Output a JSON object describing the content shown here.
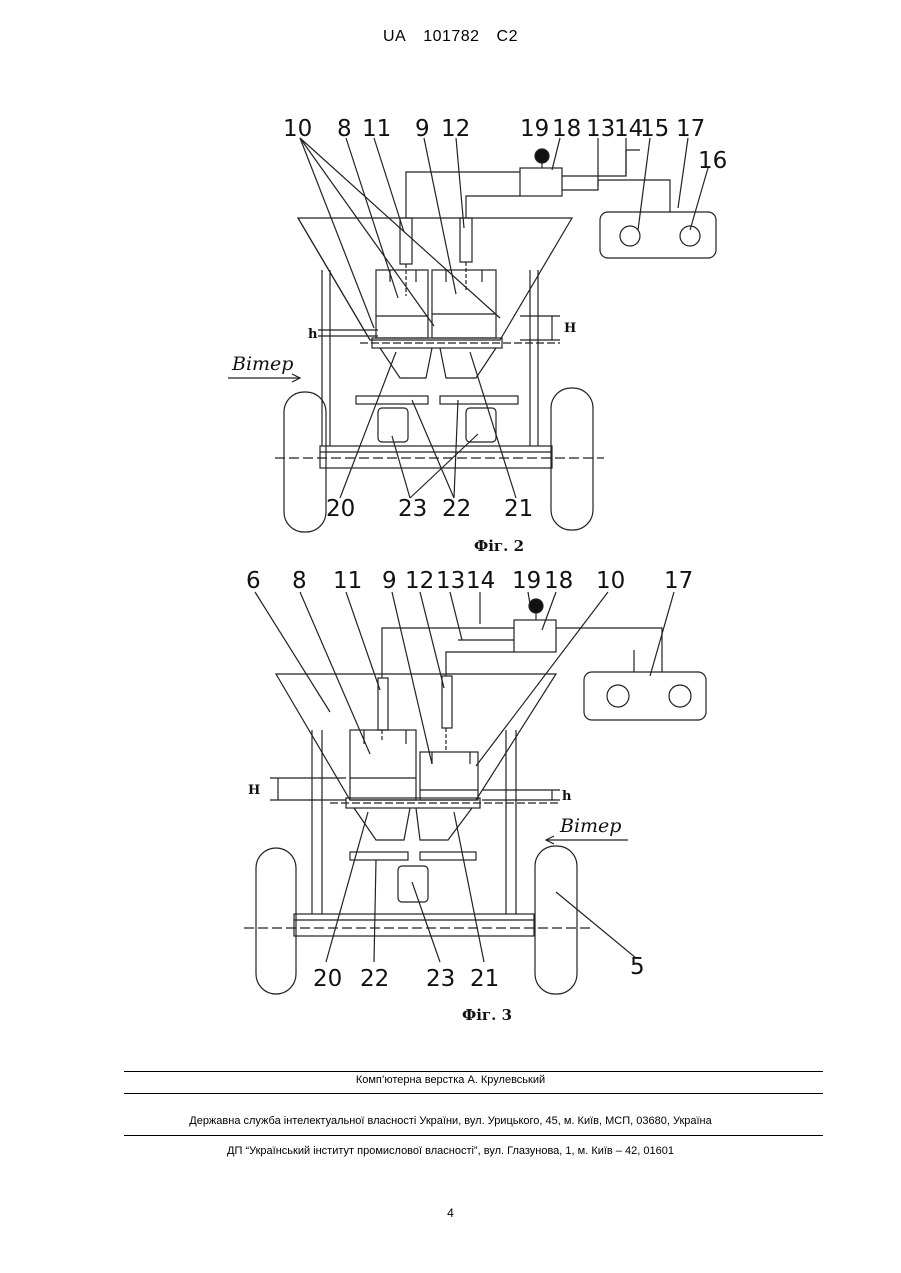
{
  "header": {
    "country": "UA",
    "number": "101782",
    "kind": "C2"
  },
  "fig2": {
    "caption": "Фіг. 2",
    "wind": "Вітер",
    "dim_h": "h",
    "dim_H": "H",
    "labels": {
      "l10": "10",
      "l8": "8",
      "l11": "11",
      "l9": "9",
      "l12": "12",
      "l19": "19",
      "l18": "18",
      "l13": "13",
      "l14": "14",
      "l15": "15",
      "l17": "17",
      "l16": "16",
      "l20": "20",
      "l23": "23",
      "l22": "22",
      "l21": "21"
    }
  },
  "fig3": {
    "caption": "Фіг. 3",
    "wind": "Вітер",
    "dim_h": "h",
    "dim_H": "H",
    "labels": {
      "l6": "6",
      "l8": "8",
      "l11": "11",
      "l9": "9",
      "l12": "12",
      "l13": "13",
      "l14": "14",
      "l19": "19",
      "l18": "18",
      "l10": "10",
      "l17": "17",
      "l5": "5",
      "l20": "20",
      "l22": "22",
      "l23": "23",
      "l21": "21"
    }
  },
  "footer": {
    "layout": "Комп’ютерна верстка А. Крулевський",
    "agency": "Державна служба інтелектуальної власності України, вул. Урицького, 45, м. Київ, МСП, 03680, Україна",
    "institute": "ДП “Український інститут промислової власності”, вул. Глазунова, 1, м. Київ – 42, 01601"
  },
  "page_number": "4"
}
